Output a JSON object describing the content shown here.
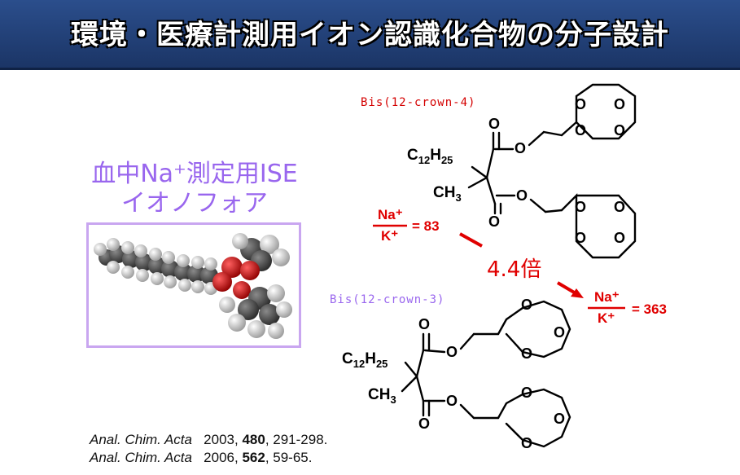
{
  "header": {
    "title": "環境・医療計測用イオン認識化合物の分子設計"
  },
  "left": {
    "title_line1": "血中Na⁺測定用ISE",
    "title_line2": "イオノフォア"
  },
  "molecule_top": {
    "label": "Bis(12-crown-4)",
    "c12": "C12H25",
    "ch3": "CH3",
    "ratio_num": "Na⁺",
    "ratio_den": "K⁺",
    "ratio_value": "= 83"
  },
  "molecule_bottom": {
    "label": "Bis(12-crown-3)",
    "c12": "C12H25",
    "ch3": "CH3",
    "ratio_num": "Na⁺",
    "ratio_den": "K⁺",
    "ratio_value": "= 363"
  },
  "comparison": {
    "factor": "4.4倍"
  },
  "atoms": {
    "oxygen": "O"
  },
  "references": [
    {
      "journal": "Anal. Chim. Acta",
      "year": "2003,",
      "volume": "480",
      "pages": ", 291-298."
    },
    {
      "journal": "Anal. Chim. Acta",
      "year": "2006,",
      "volume": "562",
      "pages": ", 59-65."
    }
  ],
  "colors": {
    "banner": "#1b3566",
    "accent_red": "#e00000",
    "purple": "#9966ee",
    "box_border": "#c9a6f0"
  }
}
